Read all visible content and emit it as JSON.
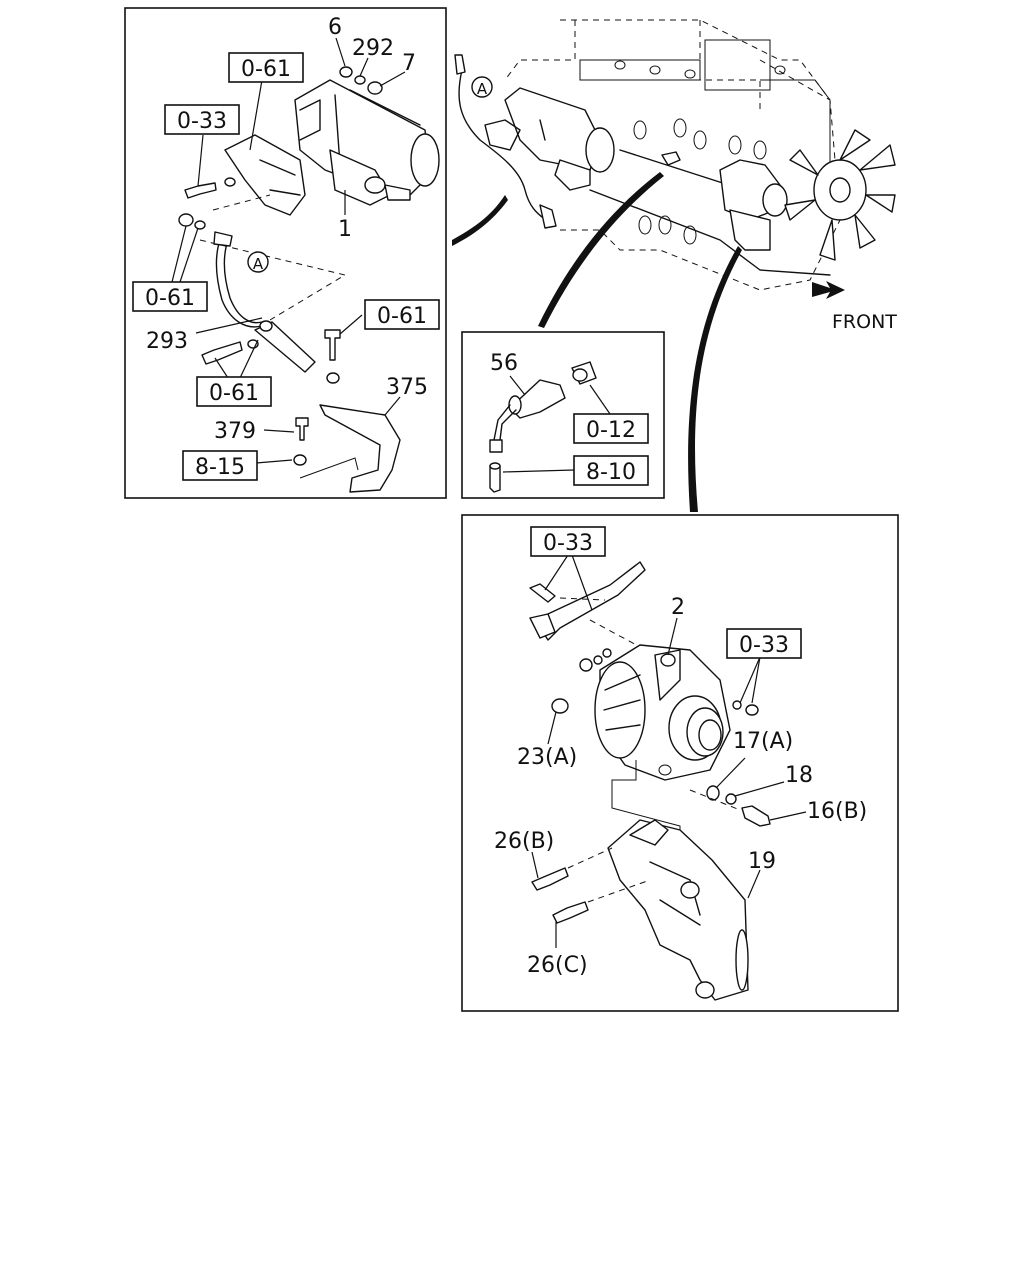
{
  "callouts": {
    "c1": "1",
    "c2": "2",
    "c6": "6",
    "c7": "7",
    "c16b": "16(B)",
    "c17a": "17(A)",
    "c18": "18",
    "c19": "19",
    "c23a": "23(A)",
    "c26b": "26(B)",
    "c26c": "26(C)",
    "c56": "56",
    "c292": "292",
    "c293": "293",
    "c375": "375",
    "c379": "379"
  },
  "refs": {
    "r0_61": "0-61",
    "r0_33": "0-33",
    "r0_12": "0-12",
    "r8_10": "8-10",
    "r8_15": "8-15"
  },
  "markers": {
    "a": "A"
  },
  "direction": {
    "front": "FRONT"
  }
}
